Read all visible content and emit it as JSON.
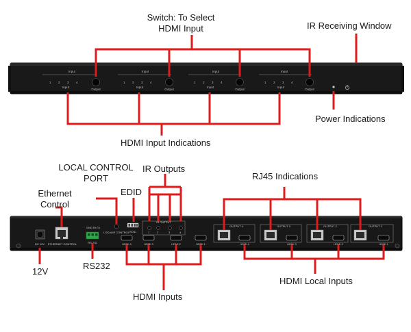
{
  "callouts": {
    "switch": "Switch: To Select\nHDMI Input",
    "ir_window": "IR Receiving Window",
    "power": "Power Indications",
    "hdmi_input_ind": "HDMI Input Indications",
    "local_control": "LOCAL CONTROL\nPORT",
    "ethernet": "Ethernet\nControl",
    "edid": "EDID",
    "ir_outputs": "IR Outputs",
    "rj45": "RJ45 Indications",
    "v12": "12V",
    "rs232": "RS232",
    "hdmi_inputs": "HDMI Inputs",
    "hdmi_local": "HDMI Local Inputs"
  },
  "front_panel": {
    "groups": [
      {
        "input_label": "Input",
        "numbers": [
          "1",
          "2",
          "3",
          "4"
        ],
        "sub_label": "Input",
        "button_label": "Output"
      },
      {
        "input_label": "Input",
        "numbers": [
          "1",
          "2",
          "3",
          "4"
        ],
        "sub_label": "Input",
        "button_label": "Output"
      },
      {
        "input_label": "Input",
        "numbers": [
          "1",
          "2",
          "3",
          "4"
        ],
        "sub_label": "Input",
        "button_label": "Output"
      },
      {
        "input_label": "Input",
        "numbers": [
          "1",
          "2",
          "3",
          "4"
        ],
        "sub_label": "Input",
        "button_label": "Output"
      }
    ]
  },
  "rear_panel": {
    "dc_label": "DC 12V",
    "ethernet_label": "ETHERNET CONTROL",
    "rs232_pins": "GND Rx Tx",
    "rs232_label": "RS-232",
    "local_label": "LOCALIR CONTROL",
    "edid_label": "EDID",
    "ir_output_label": "IR OUTPUT",
    "ir_numbers": [
      "1",
      "2",
      "3",
      "4"
    ],
    "hdmi_in_labels": [
      "HDMI 4",
      "HDMI 3",
      "HDMI 2",
      "HDMI 1"
    ],
    "output_labels": [
      "OUTPUT 4",
      "OUTPUT 3",
      "OUTPUT 2",
      "OUTPUT 1"
    ],
    "hdmi_local_labels": [
      "HDMI 4",
      "HDMI 3",
      "HDMI 2",
      "HDMI 1"
    ]
  }
}
